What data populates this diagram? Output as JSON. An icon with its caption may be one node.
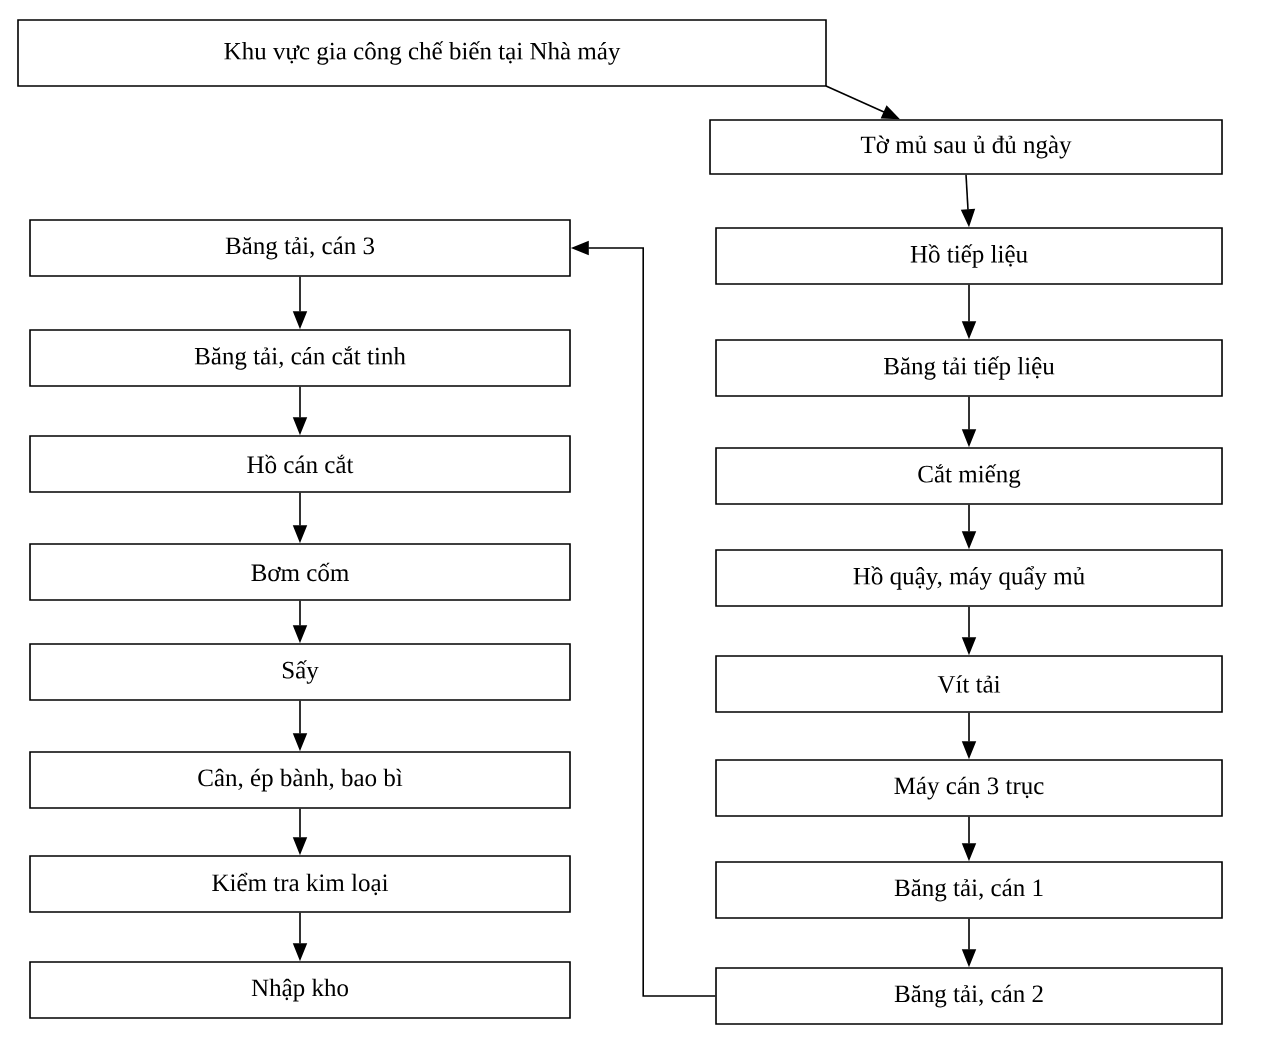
{
  "diagram": {
    "nodes": [
      {
        "text": [
          "Khu vực gia công chế biến tại Nhà máy"
        ]
      },
      {
        "text": [
          "Tờ mủ sau ủ đủ ngày"
        ]
      },
      {
        "text": [
          "Hồ tiếp liệu"
        ]
      },
      {
        "text": [
          "Băng tải tiếp liệu"
        ]
      },
      {
        "text": [
          "Cắt miếng"
        ]
      },
      {
        "text": [
          "Hồ quậy, máy quẩy mủ"
        ]
      },
      {
        "text": [
          "Vít tải"
        ]
      },
      {
        "text": [
          "Máy cán 3 trục"
        ]
      },
      {
        "text": [
          "Băng tải, cán 1"
        ]
      },
      {
        "text": [
          "Băng tải, cán 2"
        ]
      },
      {
        "text": [
          "Băng tải, cán 3"
        ]
      },
      {
        "text": [
          "Băng tải, cán cắt tinh"
        ]
      },
      {
        "text": [
          "Hồ cán cắt"
        ]
      },
      {
        "text": [
          "Bơm cốm"
        ]
      },
      {
        "text": [
          "Sấy"
        ]
      },
      {
        "text": [
          "Cân, ép bành, bao bì"
        ]
      },
      {
        "text": [
          "Kiểm tra kim loại"
        ]
      },
      {
        "text": [
          "Nhập kho"
        ]
      }
    ],
    "edges": [
      {
        "from": 0,
        "to": 1,
        "arrow": "to"
      },
      {
        "from": 1,
        "to": 2,
        "arrow": "to"
      },
      {
        "from": 2,
        "to": 3,
        "arrow": "to"
      },
      {
        "from": 3,
        "to": 4,
        "arrow": "to"
      },
      {
        "from": 4,
        "to": 5,
        "arrow": "to"
      },
      {
        "from": 5,
        "to": 6,
        "arrow": "to"
      },
      {
        "from": 6,
        "to": 7,
        "arrow": "to"
      },
      {
        "from": 7,
        "to": 8,
        "arrow": "to"
      },
      {
        "from": 8,
        "to": 9,
        "arrow": "to"
      },
      {
        "from": 9,
        "to": 10,
        "arrow": "to"
      },
      {
        "from": 10,
        "to": 11,
        "arrow": "to"
      },
      {
        "from": 11,
        "to": 12,
        "arrow": "to"
      },
      {
        "from": 12,
        "to": 13,
        "arrow": "to"
      },
      {
        "from": 13,
        "to": 14,
        "arrow": "to"
      },
      {
        "from": 14,
        "to": 15,
        "arrow": "to"
      },
      {
        "from": 15,
        "to": 16,
        "arrow": "to"
      },
      {
        "from": 16,
        "to": 17,
        "arrow": "to"
      }
    ]
  }
}
